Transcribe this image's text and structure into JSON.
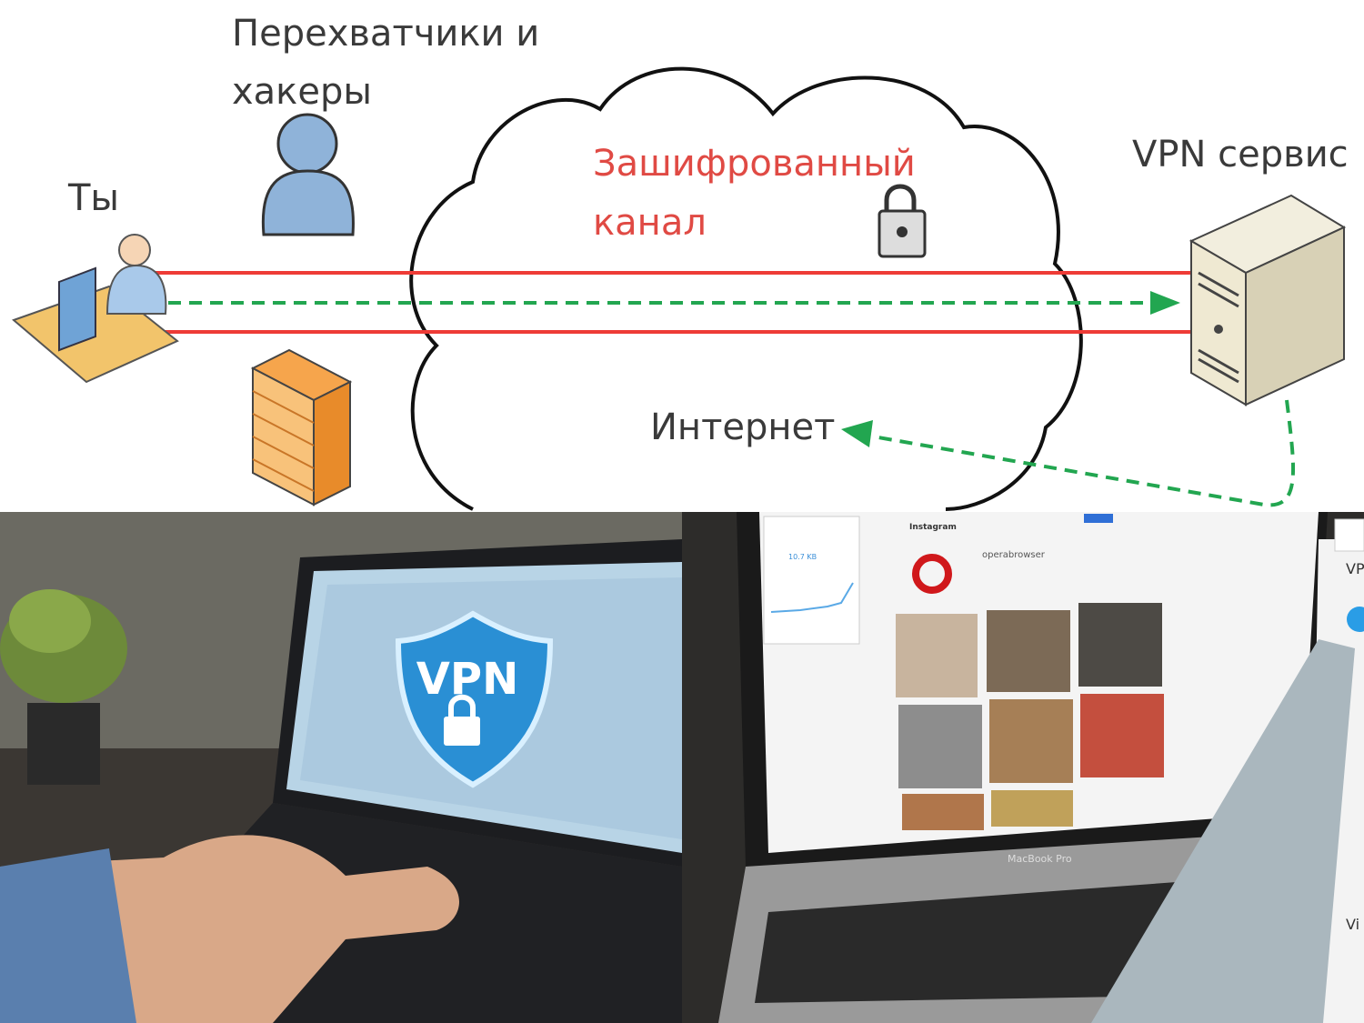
{
  "diagram": {
    "interceptors_line1": "Перехватчики и",
    "interceptors_line2": "хакеры",
    "you": "Ты",
    "encrypted_line1": "Зашифрованный",
    "encrypted_line2": "канал",
    "vpn_service": "VPN сервис",
    "internet": "Интернет",
    "colors": {
      "tunnel": "#ee3b36",
      "traffic": "#22a650",
      "encrypted_text": "#e04a44"
    }
  },
  "photo_left": {
    "shield_text": "VPN"
  },
  "photo_right": {
    "site_name": "Instagram",
    "account": "operabrowser",
    "vpn_panel_data": "10.7 KB",
    "laptop_brand": "MacBook Pro",
    "side_panel_text1": "VP",
    "side_panel_text2": "Vi"
  }
}
